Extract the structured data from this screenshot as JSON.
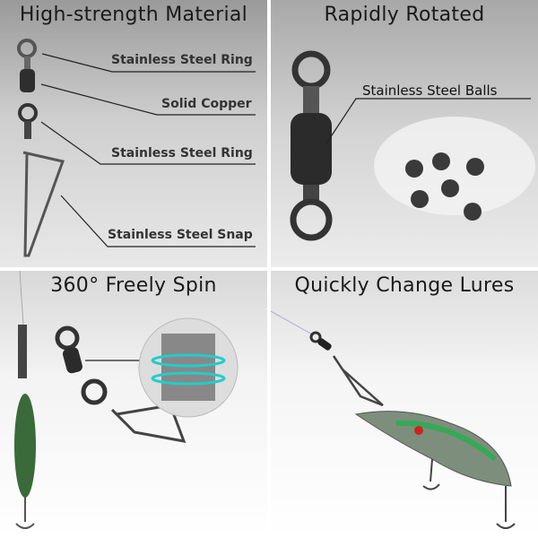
{
  "panels": [
    {
      "title": "High-strength Material",
      "labels": [
        "Stainless Steel Ring",
        "Solid Copper",
        "Stainless Steel Ring",
        "Stainless Steel Snap"
      ]
    },
    {
      "title": "Rapidly Rotated",
      "labels": [
        "Stainless Steel Balls"
      ]
    },
    {
      "title": "360° Freely Spin"
    },
    {
      "title": "Quickly Change Lures"
    }
  ]
}
